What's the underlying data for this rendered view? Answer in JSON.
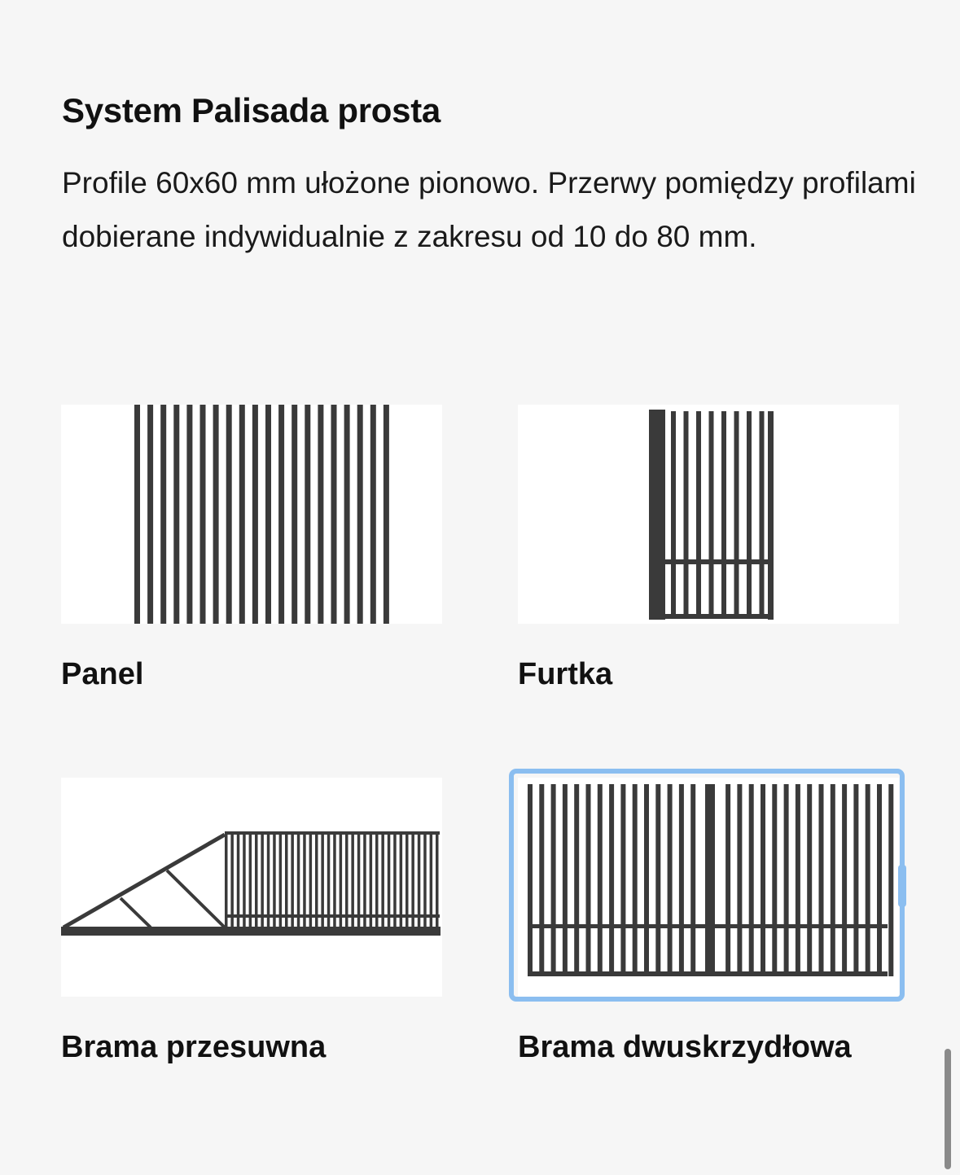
{
  "section": {
    "title": "System Palisada prosta",
    "description": "Profile 60x60 mm ułożone pionowo. Przerwy pomiędzy profilami dobierane indywidualnie z zakresu od 10 do 80 mm."
  },
  "products": [
    {
      "label": "Panel",
      "icon": "panel-fence-drawing"
    },
    {
      "label": "Furtka",
      "icon": "gate-wicket-drawing"
    },
    {
      "label": "Brama przesuwna",
      "icon": "sliding-gate-drawing"
    },
    {
      "label": "Brama dwuskrzydłowa",
      "icon": "double-wing-gate-drawing",
      "selected": true
    }
  ],
  "colors": {
    "accent": "#8bbef0",
    "drawing": "#3a3a3a",
    "background": "#f6f6f6"
  }
}
